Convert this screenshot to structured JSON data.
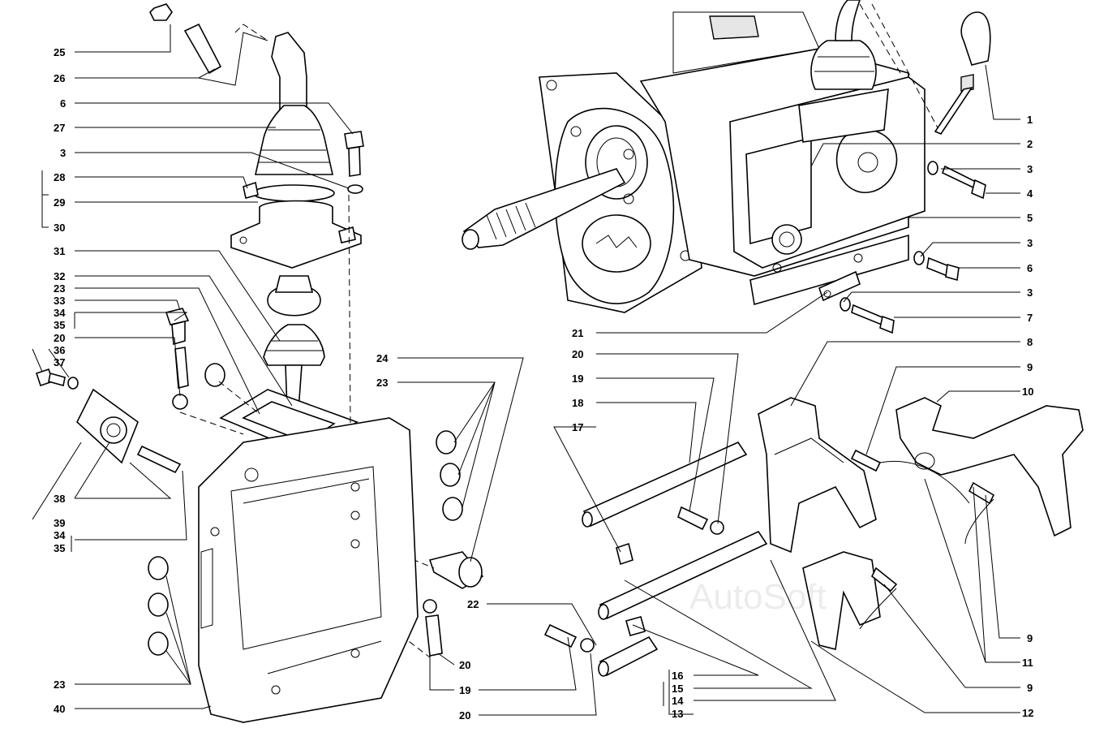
{
  "watermark": "AutoSoft",
  "labels_left": [
    "25",
    "26",
    "6",
    "27",
    "3",
    "28",
    "29",
    "30",
    "31",
    "32",
    "23",
    "33",
    "34",
    "35",
    "20",
    "36",
    "37",
    "38",
    "39",
    "34",
    "35",
    "23",
    "40",
    "24",
    "23",
    "22",
    "20",
    "19",
    "20"
  ],
  "labels_right": [
    "1",
    "2",
    "3",
    "4",
    "5",
    "3",
    "6",
    "3",
    "7",
    "21",
    "20",
    "19",
    "18",
    "17",
    "8",
    "9",
    "10",
    "9",
    "11",
    "9",
    "12",
    "16",
    "15",
    "14",
    "13"
  ]
}
